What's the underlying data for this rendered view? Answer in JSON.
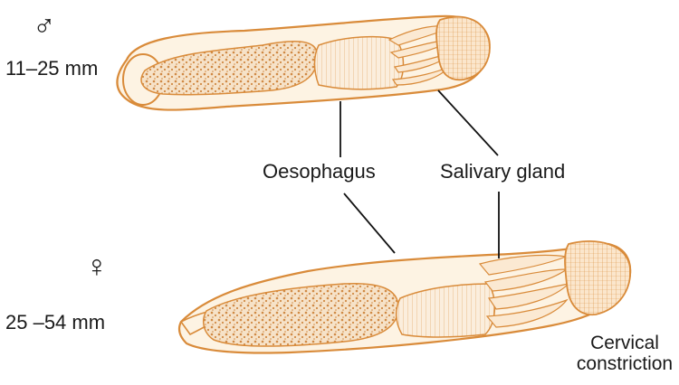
{
  "male": {
    "symbol": "♂",
    "size": "11–25 mm"
  },
  "female": {
    "symbol": "♀",
    "size": "25 –54 mm"
  },
  "labels": {
    "oesophagus": "Oesophagus",
    "salivary_gland": "Salivary gland",
    "cervical_constriction": "Cervical constriction"
  },
  "colors": {
    "outline": "#d98b3a",
    "body_fill": "#fdf3e3",
    "gut_fill": "#f3dcc0",
    "leader_line": "#111111"
  }
}
